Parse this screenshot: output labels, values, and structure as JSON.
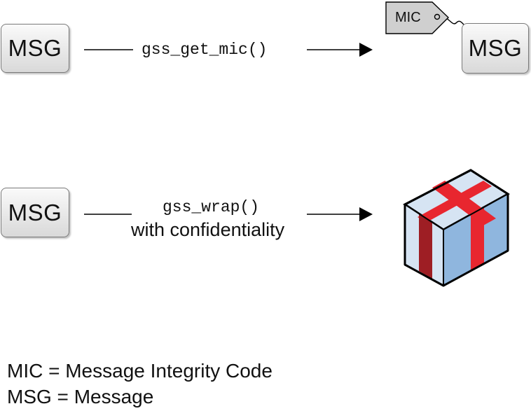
{
  "row1": {
    "input_label": "MSG",
    "function_label": "gss_get_mic()",
    "output_tag_label": "MIC",
    "output_label": "MSG"
  },
  "row2": {
    "input_label": "MSG",
    "function_label": "gss_wrap()",
    "function_sublabel": "with confidentiality"
  },
  "legend": {
    "mic": "MIC = Message Integrity Code",
    "msg": "MSG = Message"
  },
  "colors": {
    "box_light": "#d6e4f3",
    "box_face": "#8fb6de",
    "ribbon": "#e8262f",
    "ribbon_dark": "#9e1e24"
  }
}
